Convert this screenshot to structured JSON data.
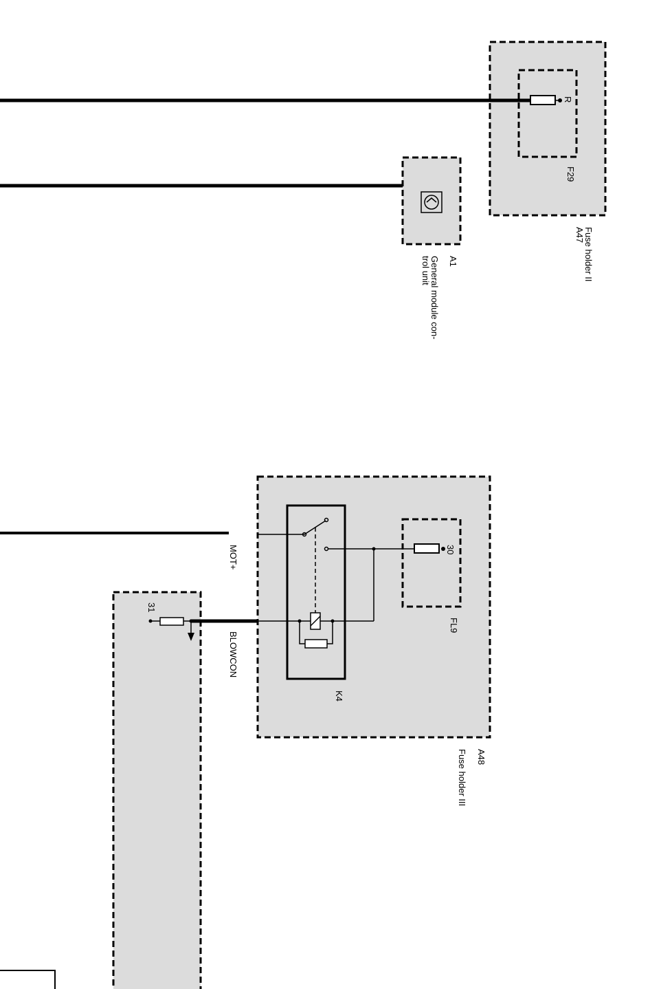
{
  "components": {
    "a47": {
      "id": "A47",
      "name": "Fuse holder II",
      "fuse": "F29",
      "pin": "R"
    },
    "a1": {
      "id": "A1",
      "name_line1": "General module con-",
      "name_line2": "trol unit"
    },
    "a48": {
      "id": "A48",
      "name": "Fuse holder III",
      "relay": "K4",
      "fuse": "FL9",
      "pin": "30"
    },
    "ground": {
      "pin": "31"
    }
  },
  "signals": {
    "mot": "MOT+",
    "blowcon": "BLOWCON"
  },
  "colors": {
    "component_fill": "#dcdcdc",
    "line": "#000000"
  }
}
